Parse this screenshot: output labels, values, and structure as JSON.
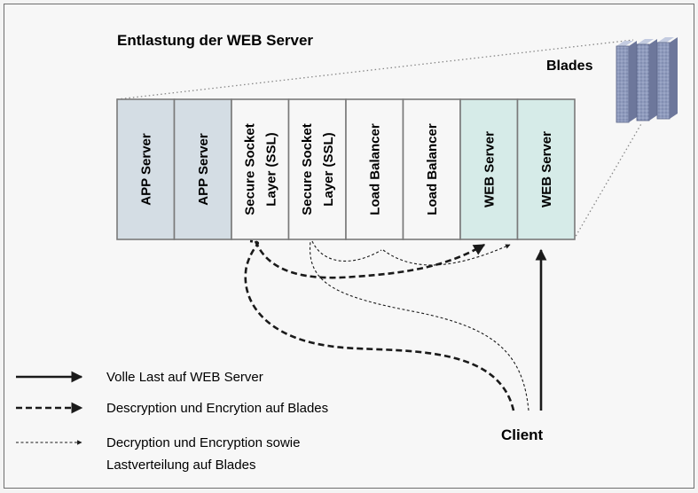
{
  "title": "Entlastung der WEB Server",
  "blades_label": "Blades",
  "client_label": "Client",
  "colors": {
    "box_grey": "#d4dde4",
    "box_white": "#f7f7f7",
    "box_teal": "#d6ebe8",
    "blade_fill": "#8f9bbd"
  },
  "boxes": [
    {
      "lines": [
        "APP Server"
      ],
      "fill": "box_grey"
    },
    {
      "lines": [
        "APP Server"
      ],
      "fill": "box_grey"
    },
    {
      "lines": [
        "Secure Socket",
        "Layer (SSL)"
      ],
      "fill": "box_white"
    },
    {
      "lines": [
        "Secure Socket",
        "Layer (SSL)"
      ],
      "fill": "box_white"
    },
    {
      "lines": [
        "Load Balancer"
      ],
      "fill": "box_white"
    },
    {
      "lines": [
        "Load Balancer"
      ],
      "fill": "box_white"
    },
    {
      "lines": [
        "WEB Server"
      ],
      "fill": "box_teal"
    },
    {
      "lines": [
        "WEB Server"
      ],
      "fill": "box_teal"
    }
  ],
  "legend": [
    {
      "style": "solid",
      "lines": [
        "Volle Last auf WEB Server"
      ]
    },
    {
      "style": "dashed",
      "lines": [
        "Descryption und Encrytion auf Blades"
      ]
    },
    {
      "style": "dotted",
      "lines": [
        "Decryption und Encryption sowie",
        "Lastverteilung auf Blades"
      ]
    }
  ]
}
